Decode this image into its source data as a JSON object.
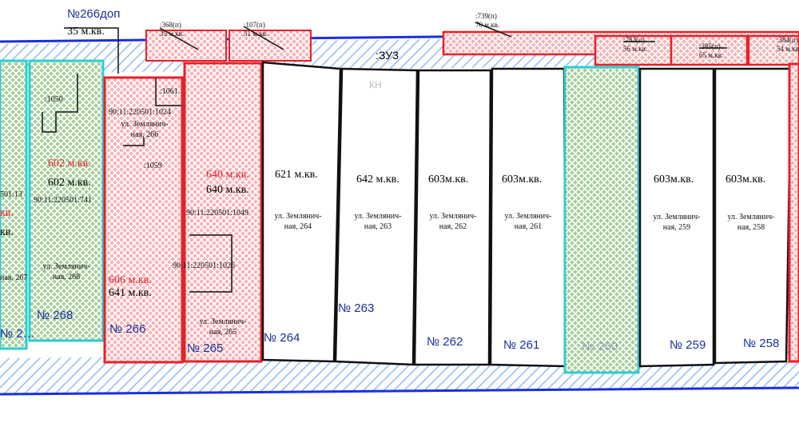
{
  "header": {
    "plot_label": "№266доп",
    "plot_area": "35 м.кв.",
    "zone_label": ":ЗУ3"
  },
  "top_strips": [
    {
      "id": "368",
      "cad": ":368(п)",
      "area": "35 м.кв."
    },
    {
      "id": "107",
      "cad": ":107(п)",
      "area": "51 м.кв."
    },
    {
      "id": "739",
      "cad": ":739(п)",
      "area": "70 м.кв."
    },
    {
      "id": "783",
      "cad": ":783(п)",
      "area": "56 м.кв."
    },
    {
      "id": "385",
      "cad": ":385(п)",
      "area": "65 м.кв."
    },
    {
      "id": "384",
      "cad": ":384(п)",
      "area": "54 м.кв."
    }
  ],
  "parcels": [
    {
      "key": "p267",
      "cad": "501:13",
      "area_red": "кв.",
      "area": "кв.",
      "addr": "ная, 267",
      "num": "№ 2…"
    },
    {
      "key": "p268",
      "cad": "90:11:220501:741",
      "ref": ":1050",
      "area_red": "602 м.кв.",
      "area": "602 м.кв.",
      "addr": "ул. Землянич-\nная, 268",
      "num": "№ 268"
    },
    {
      "key": "p266",
      "cad": "90:11:220501:1024",
      "ref": ":1059",
      "ref2": ":1061",
      "area_red": "606 м.кв.",
      "area": "641 м.кв.",
      "addr": "ул. Землянич-\nная, 266",
      "num": "№ 266"
    },
    {
      "key": "p265",
      "cad": "90:11:220501:1049",
      "ref": "90:11:220501:1026",
      "area_red": "640 м.кв.",
      "area": "640 м.кв.",
      "addr": "ул. Землянич-\nная, 265",
      "num": "№ 265"
    },
    {
      "key": "p264",
      "area": "621 м.кв.",
      "addr": "ул. Землянич-\nная, 264",
      "num": "№ 264"
    },
    {
      "key": "p263",
      "area": "642 м.кв.",
      "addr": "ул. Землянич-\nная, 263",
      "num": "№ 263",
      "kn": "КН"
    },
    {
      "key": "p262",
      "area": "603м.кв.",
      "addr": "ул. Землянич-\nная, 262",
      "num": "№ 262"
    },
    {
      "key": "p261",
      "area": "603м.кв.",
      "addr": "ул. Землянич-\nная, 261",
      "num": "№ 261"
    },
    {
      "key": "p260",
      "num": "№ 260"
    },
    {
      "key": "p259",
      "area": "603м.кв.",
      "addr": "ул. Землянич-\nная, 259",
      "num": "№ 259"
    },
    {
      "key": "p258",
      "area": "603м.кв.",
      "addr": "ул. Землянич-\nная, 258",
      "num": "№ 258"
    }
  ],
  "colors": {
    "boundary_blue": "#1c2ee0",
    "existing_red": "#e8202a",
    "new_green": "#2fb8b0",
    "hatch_blue": "#9fc4f2"
  }
}
